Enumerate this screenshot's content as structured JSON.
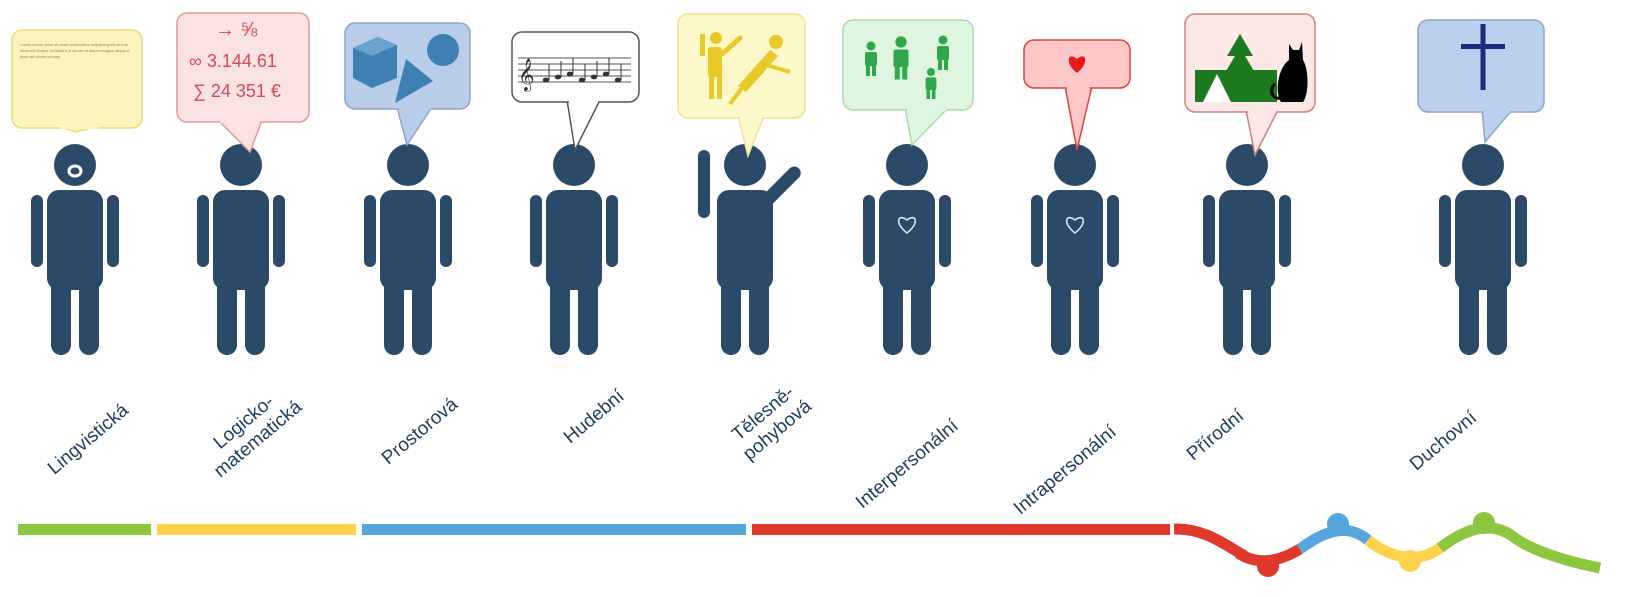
{
  "intelligences": [
    {
      "id": "lingvisticka",
      "label": "Lingvistická",
      "bubble": "text",
      "bubble_fill": "#fbf4be",
      "bubble_stroke": "#e8dc7a"
    },
    {
      "id": "logicko-matematicka",
      "label_lines": [
        "Logicko-",
        "matematická"
      ],
      "bubble": "math",
      "bubble_fill": "#fbe3e3",
      "bubble_stroke": "#e59a9a",
      "math_lines": [
        "→   ⅝",
        "∞   3.144.61",
        "∑ 24 351 €"
      ]
    },
    {
      "id": "prostorova",
      "label": "Prostorová",
      "bubble": "shapes",
      "bubble_fill": "#b9cce9",
      "bubble_stroke": "#8aa6d0"
    },
    {
      "id": "hudebni",
      "label": "Hudební",
      "bubble": "music",
      "bubble_fill": "#ffffff",
      "bubble_stroke": "#555555"
    },
    {
      "id": "telesne-pohybova",
      "label_lines": [
        "Tělesně-",
        "pohybová"
      ],
      "bubble": "movement",
      "bubble_fill": "#fdf8c9",
      "bubble_stroke": "#ece19a"
    },
    {
      "id": "interpersonalni",
      "label": "Interpersonální",
      "bubble": "people",
      "bubble_fill": "#dff5df",
      "bubble_stroke": "#a9dca9"
    },
    {
      "id": "intrapersonalni",
      "label": "Intrapersonální",
      "bubble": "heart",
      "bubble_fill": "#ffc8c8",
      "bubble_stroke": "#e04040"
    },
    {
      "id": "prirodni",
      "label": "Přírodní",
      "bubble": "nature",
      "bubble_fill": "#fde8e8",
      "bubble_stroke": "#d08080"
    },
    {
      "id": "duchovni",
      "label": "Duchovní",
      "bubble": "cross",
      "bubble_fill": "#bcd0ee",
      "bubble_stroke": "#8aa6d0"
    }
  ],
  "lingvisticka_text": "Lorem ipsum dolor sit amet consectetur adipiscing elit sed do eiusmod tempor incididunt ut labore et dolore magna aliqua ut enim ad minim veniam",
  "colors": {
    "figure": "#2b4a68",
    "heart_outline": "#dbe4ee",
    "stripe_green": "#8dc63f",
    "stripe_yellow": "#ffd24c",
    "stripe_blue": "#54a6dc",
    "stripe_red": "#e0382a",
    "notes": "#333333",
    "people_green": "#2ea84a",
    "movement_yellow": "#e9c92a",
    "nature_green": "#1c7a1f",
    "cross_blue": "#1b2c7a",
    "heart_red": "#e31b1b"
  }
}
